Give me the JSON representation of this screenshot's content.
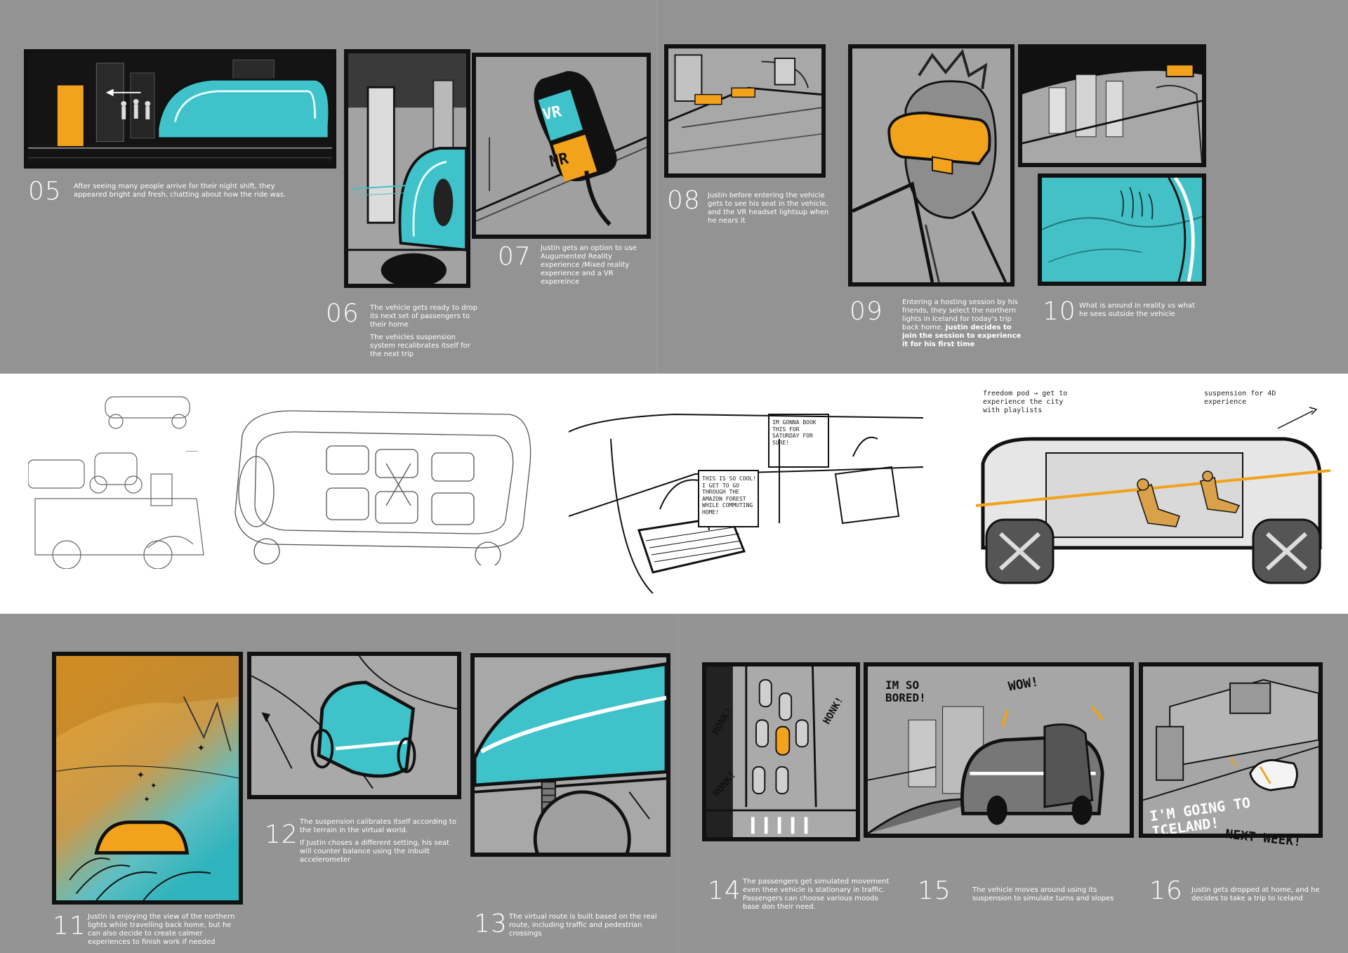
{
  "panels": {
    "p05": {
      "number": "05",
      "text": "After seeing many people arrive  for their night shift, they appeared bright and fresh, chatting about how the ride was."
    },
    "p06": {
      "number": "06",
      "text": "The vehicle gets ready to drop its next set of passengers to their home",
      "text2": "The vehicles suspension system recalibrates itself for the next trip"
    },
    "p07": {
      "number": "07",
      "text": "Justin gets an option to use Augumented Reality experience /Mixed reality experience and a VR expereince",
      "labels": {
        "vr": "VR",
        "mr": "MR"
      }
    },
    "p08": {
      "number": "08",
      "text": "Justin before entering the vehicle gets to see his seat in the vehicle, and the VR headset lightsup when he nears it"
    },
    "p09": {
      "number": "09",
      "text": "Entering a hosting session by his friends, they select the northern lights in Iceland for today's trip back home.",
      "bold": "Justin decides to join the session to experience it for his first time"
    },
    "p10": {
      "number": "10",
      "text": "What is around in reality vs what he sees outside the vehicle"
    },
    "p11": {
      "number": "11",
      "text": "Justin is enjoying  the view of the northern lights while travelling back home, but he can also decide to create calmer experiences to finish work if needed"
    },
    "p12": {
      "number": "12",
      "text": "The suspension calibrates itself according to the terrain in the virtual world.",
      "text2": "If Justin choses a different setting, his seat will counter balance using the inbuilt accelerometer"
    },
    "p13": {
      "number": "13",
      "text": "The virtual route is built based on the real route, including traffic and pedestrian crossings"
    },
    "p14": {
      "number": "14",
      "text": "The passengers get simulated movement even thee vehicle is stationary in traffic. Passengers can choose various moods base don their need.",
      "labels": {
        "honk1": "HONK!",
        "honk2": "HONK!",
        "honk3": "HONK!"
      }
    },
    "p15": {
      "number": "15",
      "text": "The vehicle moves around using its suspension to simulate turns and slopes",
      "labels": {
        "bored": "IM SO BORED!",
        "wow": "WOW!"
      }
    },
    "p16": {
      "number": "16",
      "text": "Justin gets dropped at home, and he decides to take a trip to Iceland",
      "labels": {
        "iceland": "I'M GOING TO ICELAND!",
        "next": "NEXT WEEK!"
      }
    }
  },
  "sketches": {
    "bubble1": "THIS IS SO COOL! I GET TO GO THROUGH THE AMAZON FOREST WHILE COMMUTING HOME!",
    "bubble2": "IM GONNA BOOK THIS FOR SATURDAY FOR SURE!",
    "note1": "freedom pod → get to experience the city with playlists",
    "note2": "suspension for 4D experience"
  },
  "colors": {
    "orange": "#f2a21b",
    "cyan": "#3fc2c9",
    "ink": "#111111",
    "grey": "#939393"
  }
}
